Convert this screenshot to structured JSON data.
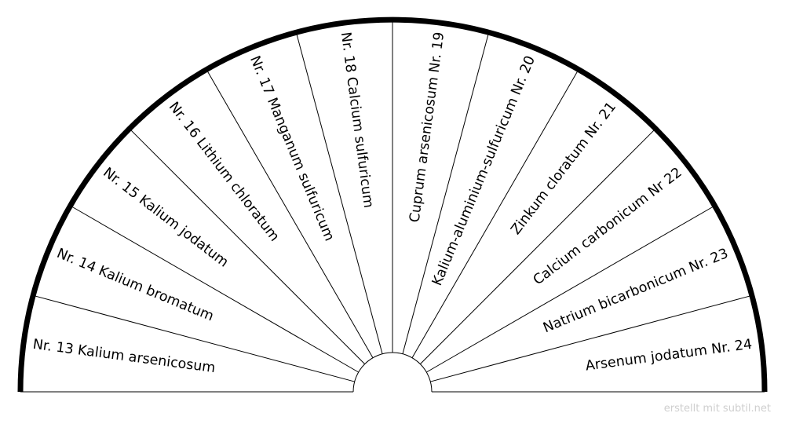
{
  "diagram": {
    "segments": [
      "Nr. 13 Kalium arsenicosum",
      "Nr. 14 Kalium bromatum",
      "Nr. 15 Kalium jodatum",
      "Nr. 16 Lithium chloratum",
      "Nr. 17 Manganum sulfuricum",
      "Nr. 18 Calcium sulfuricum",
      "Cuprum arsenicosum Nr. 19",
      "Kalium-aluminium-sulfuricum Nr. 20",
      "Zinkum cloratum Nr. 21",
      "Calcium carbonicum Nr 22",
      "Natrium bicarbonicum Nr. 23",
      "Arsenum jodatum Nr. 24"
    ]
  },
  "footer": {
    "credit": "erstellt mit subtil.net"
  }
}
